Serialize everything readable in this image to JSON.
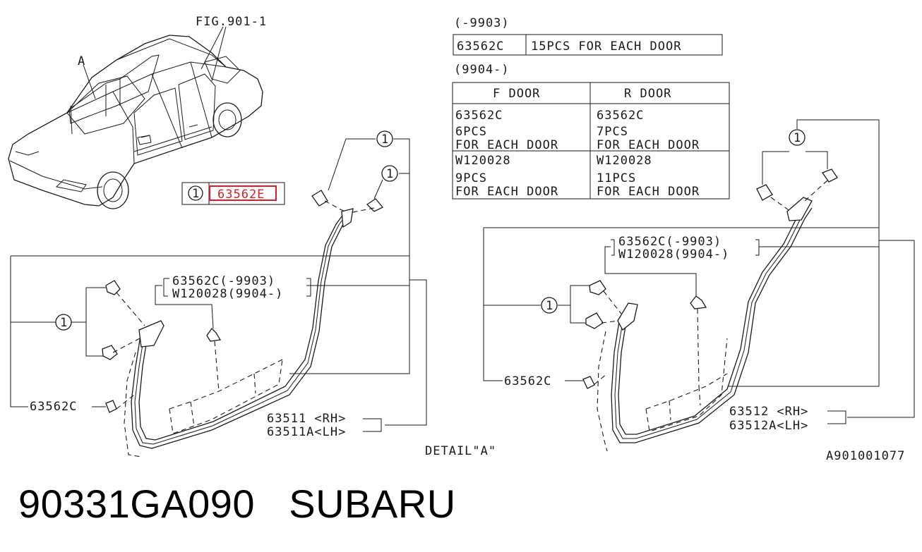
{
  "fig_ref": "FIG.901-1",
  "callout_a": "A",
  "detail_label": "DETAIL\"A\"",
  "diagram_code": "A901001077",
  "circle_marker": "1",
  "highlight_box": {
    "number": "1",
    "part": "63562E",
    "color": "#e11b22"
  },
  "table_9903": {
    "period": "(-9903)",
    "part": "63562C",
    "qty": "15PCS FOR EACH DOOR"
  },
  "table_9904": {
    "period": "(9904-)",
    "headers": [
      "F DOOR",
      "R DOOR"
    ],
    "rows": [
      [
        {
          "part": "63562C",
          "qty": "6PCS",
          "note": "FOR EACH DOOR"
        },
        {
          "part": "63562C",
          "qty": "7PCS",
          "note": "FOR EACH DOOR"
        }
      ],
      [
        {
          "part": "W120028",
          "qty": "9PCS",
          "note": "FOR EACH DOOR"
        },
        {
          "part": "W120028",
          "qty": "11PCS",
          "note": "FOR EACH DOOR"
        }
      ]
    ]
  },
  "front": {
    "clip_a": "63562C(-9903)",
    "clip_b": "W120028(9904-)",
    "lower_clip": "63562C",
    "weatherstrip_rh": "63511  <RH>",
    "weatherstrip_lh": "63511A<LH>"
  },
  "rear": {
    "clip_a": "63562C(-9903)",
    "clip_b": "W120028(9904-)",
    "lower_clip": "63562C",
    "weatherstrip_rh": "63512 <RH>",
    "weatherstrip_lh": "63512A<LH>"
  },
  "footer": {
    "part_number": "90331GA090",
    "brand": "SUBARU"
  }
}
